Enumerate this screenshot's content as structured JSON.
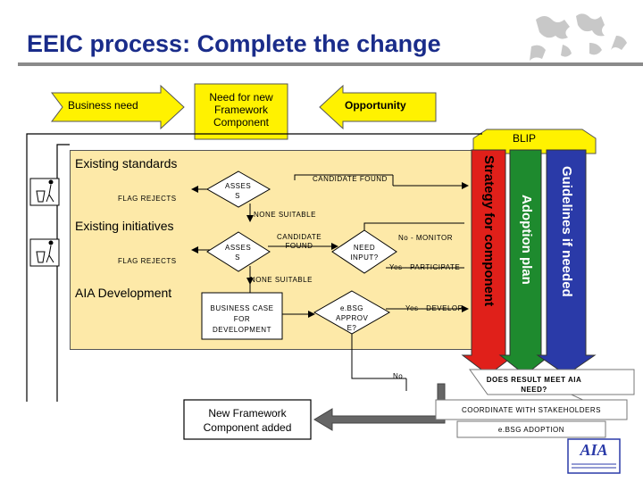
{
  "title": "EEIC process: Complete the change",
  "inputs": {
    "business_need": "Business need",
    "need_framework": "Need for new Framework Component",
    "opportunity": "Opportunity"
  },
  "blip": "BLIP",
  "sections": {
    "existing_standards": "Existing standards",
    "existing_initiatives": "Existing initiatives",
    "aia_development": "AIA Development"
  },
  "flow": {
    "flag_rejects_1": "FLAG REJECTS",
    "flag_rejects_2": "FLAG REJECTS",
    "assess_1": "ASSES S",
    "assess_2": "ASSES S",
    "candidate_found_1": "CANDIDATE FOUND",
    "candidate_found_2": "CANDIDATE FOUND",
    "none_suitable_1": "NONE SUITABLE",
    "none_suitable_2": "NONE SUITABLE",
    "need_input": "NEED INPUT?",
    "no_monitor": "No - MONITOR",
    "yes_participate": "Yes - PARTICIPATE",
    "business_case": "BUSINESS CASE FOR DEVELOPMENT",
    "ebsg_approve": "e.BSG APPROV E?",
    "yes_develop": "Yes - DEVELOP",
    "no": "No"
  },
  "columns": {
    "strategy": "Strategy for component",
    "adoption": "Adoption plan",
    "guidelines": "Guidelines if needed"
  },
  "outcomes": {
    "new_framework": "New Framework Component added",
    "does_result": "DOES RESULT MEET AIA NEED?",
    "coordinate": "COORDINATE WITH STAKEHOLDERS",
    "ebsg_adoption": "e.BSG ADOPTION"
  },
  "logo": "AIA",
  "colors": {
    "title": "#1a2c8a",
    "panel": "#fde9a8",
    "strategy": "#e0201a",
    "adoption": "#1e8a2e",
    "guidelines": "#2a3aa8",
    "input": "#fff200",
    "blip": "#fff200"
  }
}
